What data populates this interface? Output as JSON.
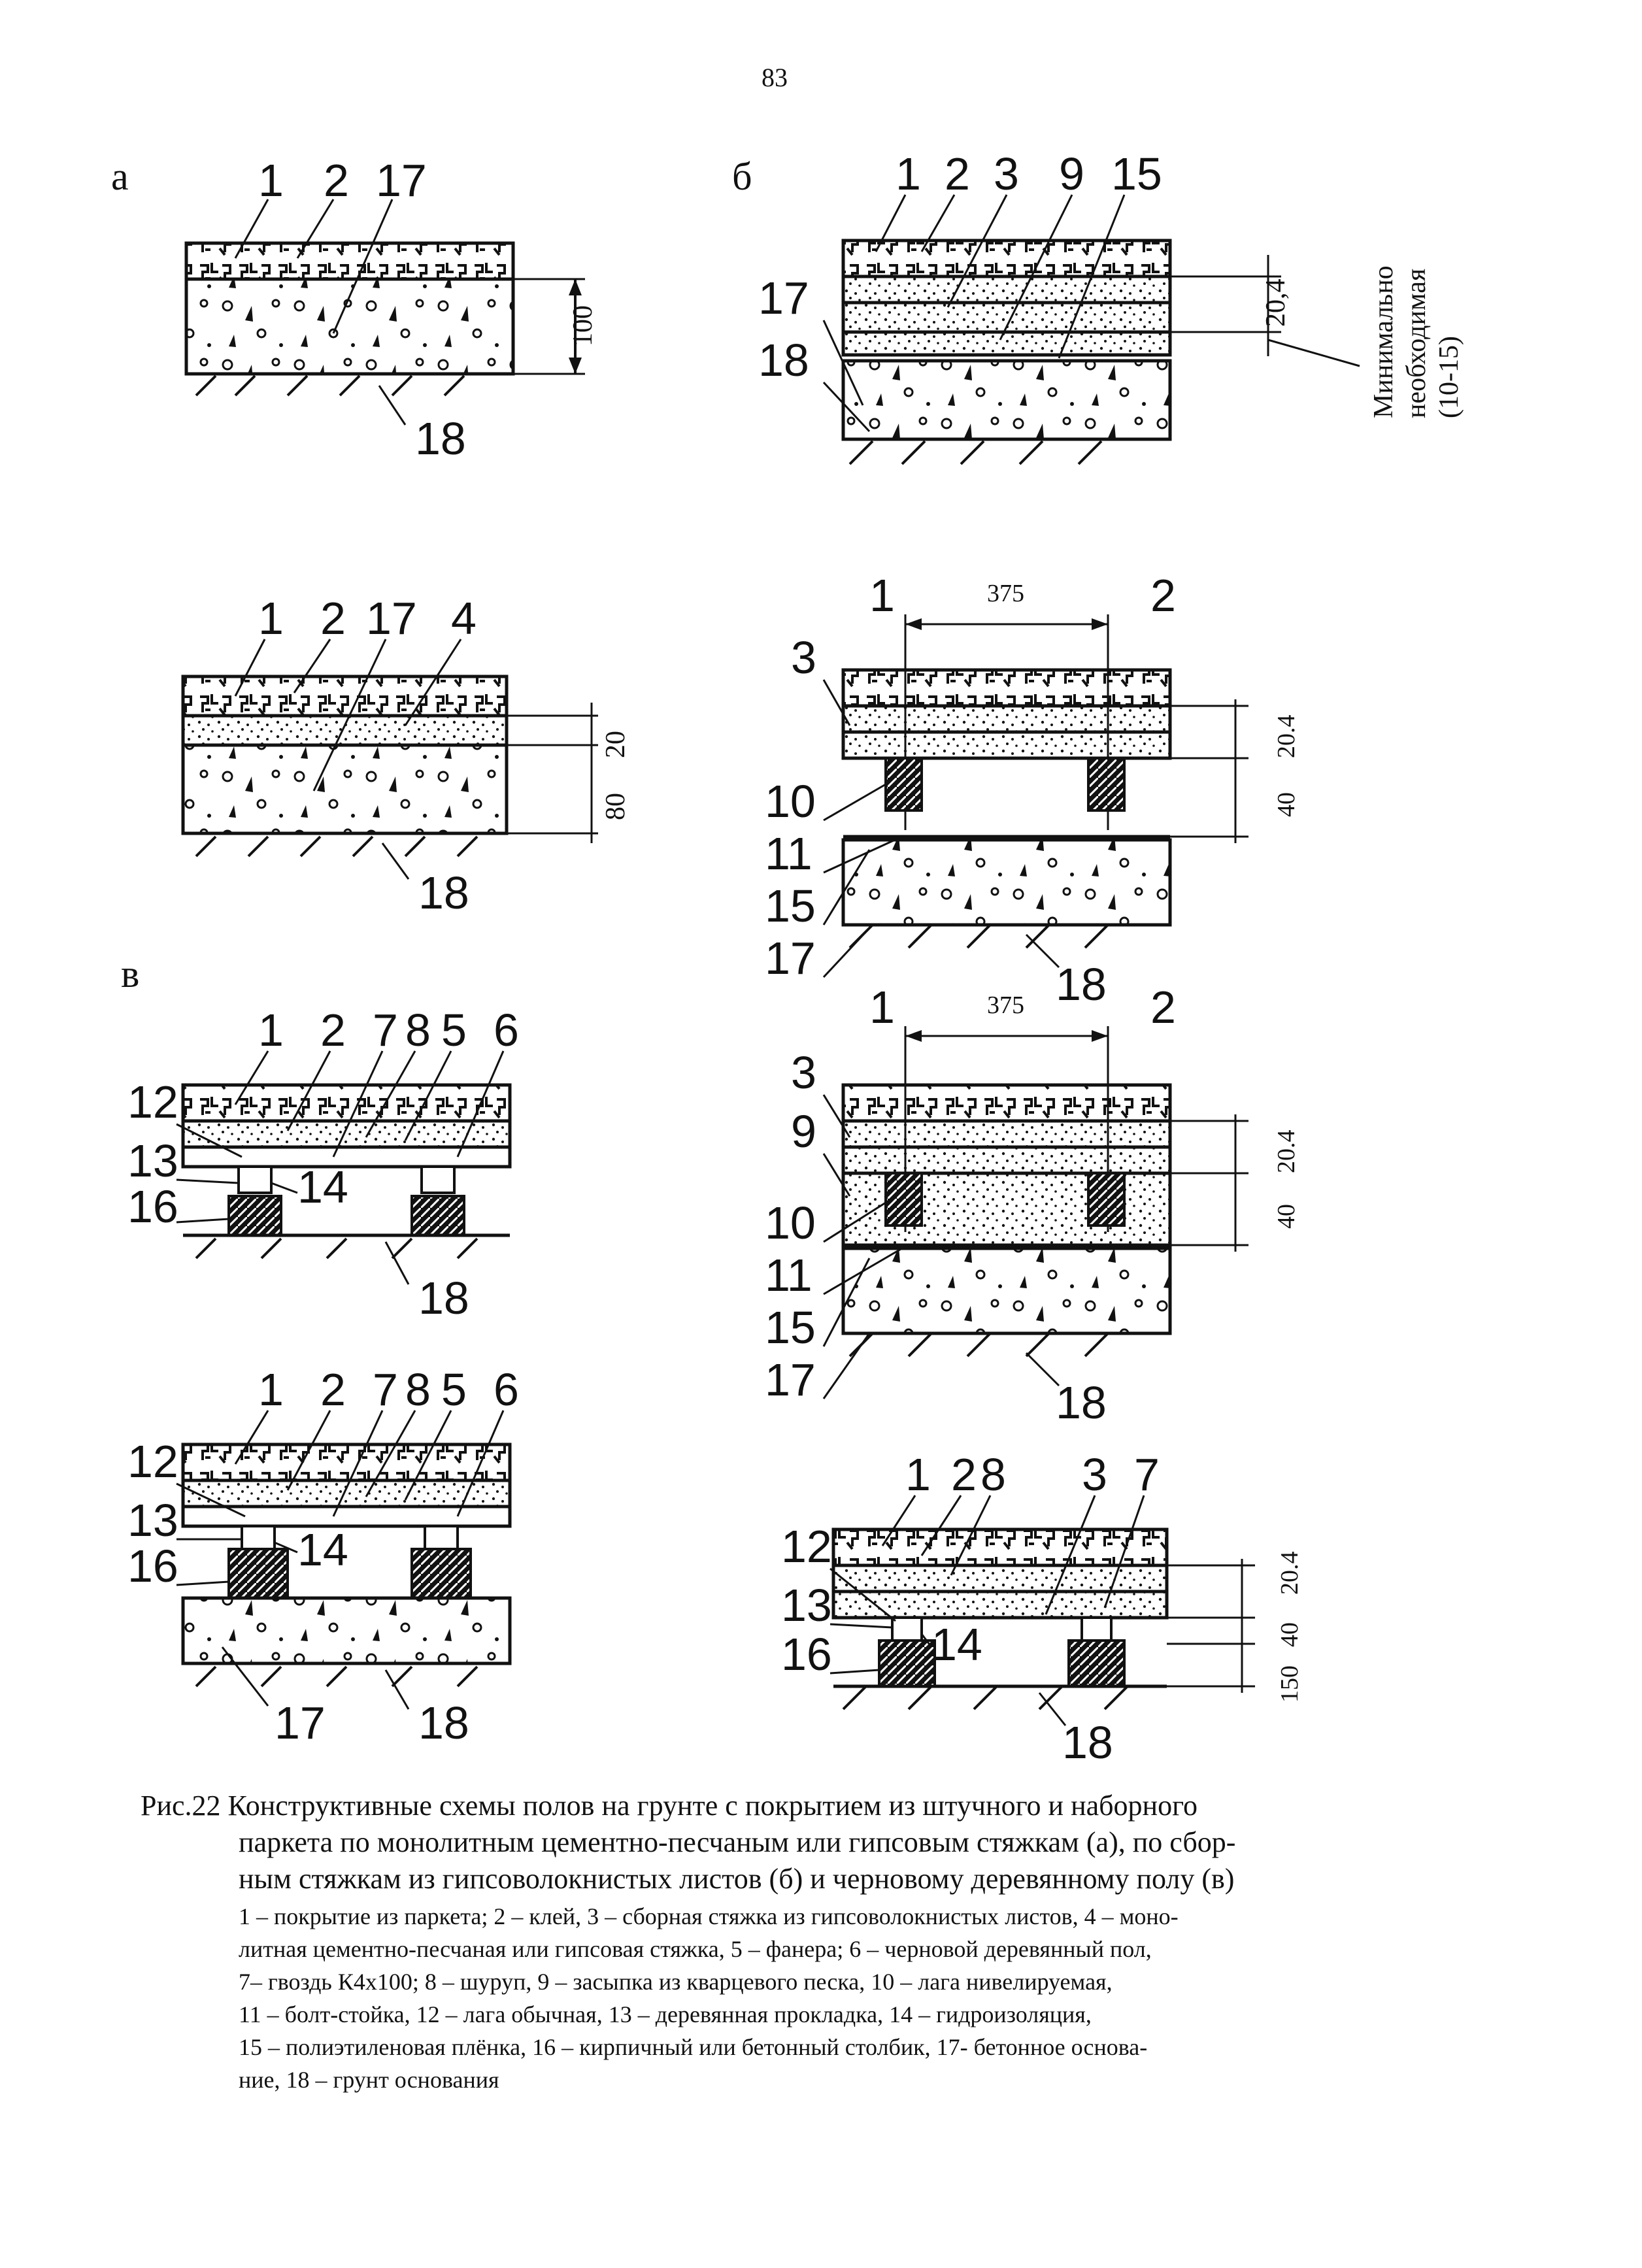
{
  "page_number": "83",
  "section_labels": {
    "a": "а",
    "b": "б",
    "v": "в"
  },
  "dimensions": {
    "a1_thickness": "100",
    "b1_top": "20,4",
    "b1_note": [
      "Минимально",
      "необходимая",
      "(10-15)"
    ],
    "a2_top": "20",
    "a2_bottom": "80",
    "b2_span": "375",
    "b2_top": "20.4",
    "b2_bottom": "40",
    "b3_span": "375",
    "b3_top": "20.4",
    "b3_bottom": "40",
    "v3_top": "20.4",
    "v3_mid": "40",
    "v3_bottom": "150"
  },
  "callouts": {
    "a1": [
      "1",
      "2",
      "17",
      "18"
    ],
    "b1": [
      "1",
      "2",
      "3",
      "9",
      "15",
      "17",
      "18"
    ],
    "a2": [
      "1",
      "2",
      "17",
      "4",
      "18"
    ],
    "b2": [
      "1",
      "2",
      "3",
      "10",
      "11",
      "15",
      "17",
      "18"
    ],
    "v1": [
      "1",
      "2",
      "7",
      "8",
      "5",
      "6",
      "12",
      "13",
      "14",
      "16",
      "18"
    ],
    "b3": [
      "1",
      "2",
      "3",
      "9",
      "10",
      "11",
      "15",
      "17",
      "18"
    ],
    "v2": [
      "1",
      "2",
      "7",
      "8",
      "5",
      "6",
      "12",
      "13",
      "14",
      "16",
      "17",
      "18"
    ],
    "v3": [
      "1",
      "2",
      "8",
      "3",
      "7",
      "12",
      "13",
      "14",
      "16",
      "18"
    ]
  },
  "caption": {
    "prefix": "Рис.22",
    "title_lines": [
      "Конструктивные схемы полов на грунте с покрытием из штучного и наборного",
      "паркета по монолитным цементно-песчаным или гипсовым стяжкам (а), по сбор-",
      "ным стяжкам из гипсоволокнистых листов (б) и черновому деревянному полу (в)"
    ],
    "legend_lines": [
      "1 – покрытие из паркета; 2 – клей, 3 – сборная стяжка из гипсоволокнистых листов, 4 – моно-",
      "литная цементно-песчаная или гипсовая стяжка, 5 – фанера; 6 – черновой деревянный пол,",
      "7– гвоздь К4х100; 8 – шуруп, 9 – засыпка из кварцевого песка, 10 – лага нивелируемая,",
      "11 – болт-стойка, 12 – лага обычная, 13 – деревянная прокладка, 14 – гидроизоляция,",
      "15 – полиэтиленовая плёнка, 16 – кирпичный или бетонный столбик, 17- бетонное основа-",
      "ние, 18 – грунт основания"
    ]
  }
}
